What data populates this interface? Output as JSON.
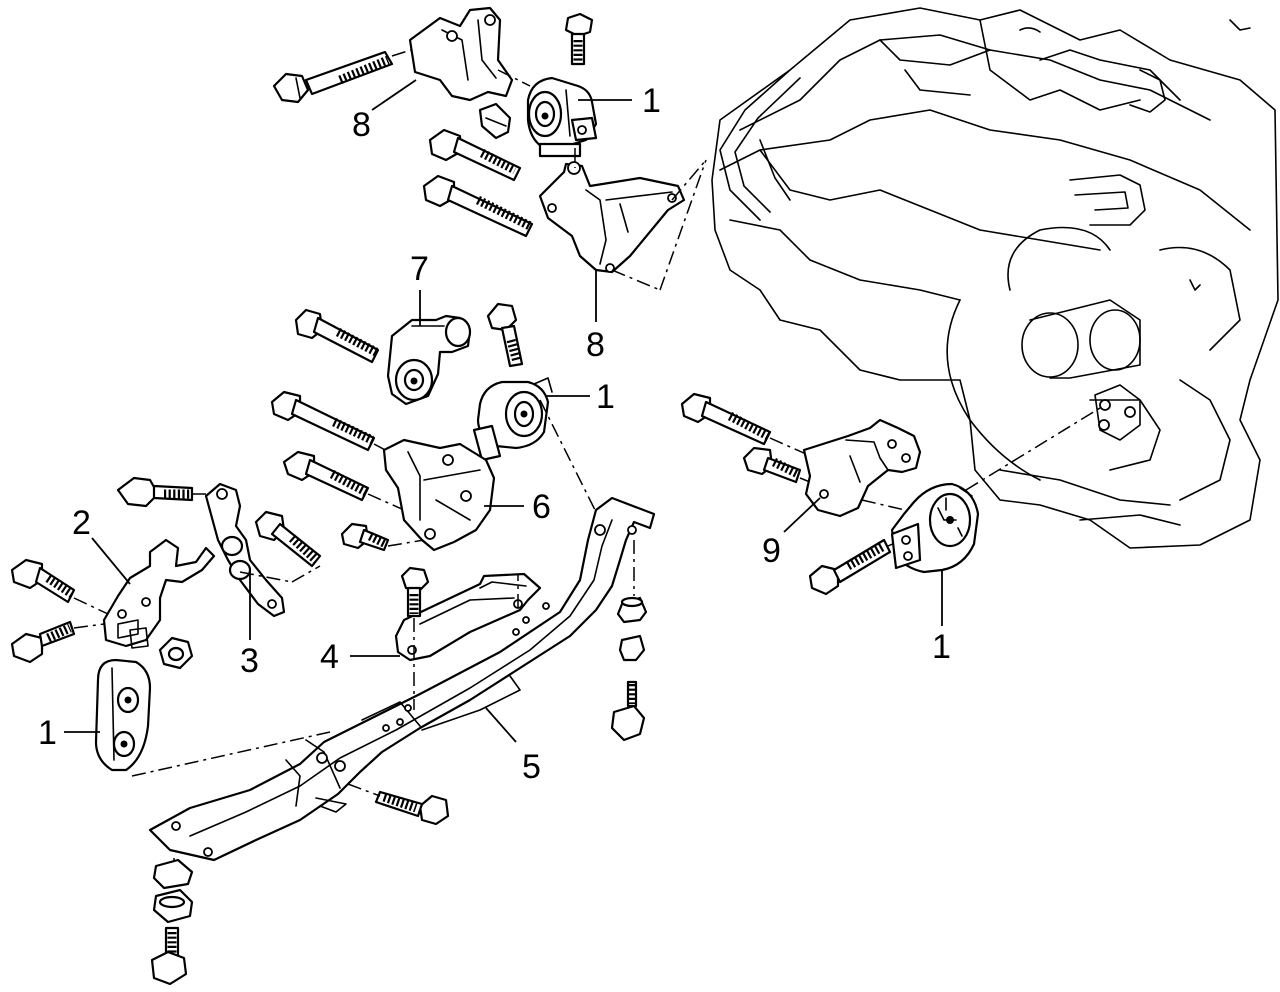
{
  "callouts": {
    "top_mount": "1",
    "top_bracket_upper": "8",
    "top_bracket_lower": "8",
    "torque_rod": "7",
    "middle_mount": "1",
    "middle_bracket": "6",
    "bracket_2": "2",
    "link_3": "3",
    "plate_4": "4",
    "crossmember_5": "5",
    "left_mount": "1",
    "right_bracket": "9",
    "right_mount": "1"
  }
}
